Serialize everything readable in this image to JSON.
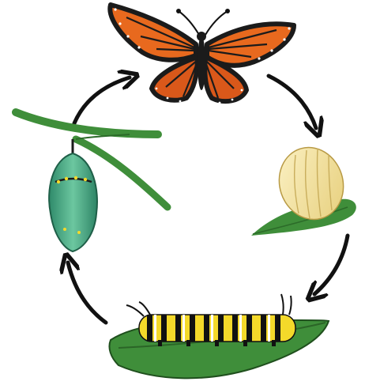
{
  "diagram": {
    "type": "life-cycle",
    "stages": [
      {
        "id": "butterfly",
        "icon": "monarch-butterfly"
      },
      {
        "id": "egg",
        "icon": "egg-on-leaf"
      },
      {
        "id": "caterpillar",
        "icon": "caterpillar-on-leaf"
      },
      {
        "id": "chrysalis",
        "icon": "chrysalis-on-branch"
      }
    ],
    "arrow_direction": "clockwise",
    "colors": {
      "wing_orange": "#e8691e",
      "wing_black": "#1b1b1b",
      "egg_cream": "#f3e3a0",
      "leaf_green": "#3f8e3a",
      "chrysalis_green": "#4fb08a",
      "caterpillar_yellow": "#f4d92a",
      "arrow": "#111111"
    }
  }
}
